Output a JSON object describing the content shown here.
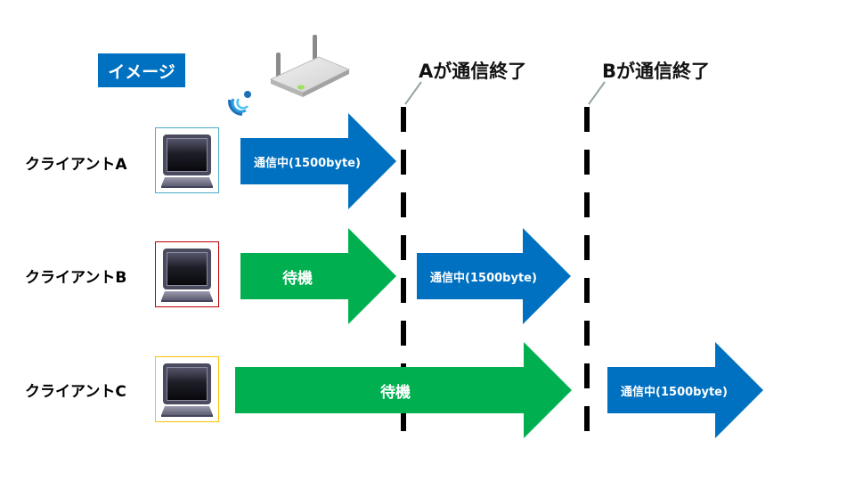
{
  "badge": {
    "label": "イメージ",
    "color": "#0070C0"
  },
  "icons": {
    "router": "wifi-router-icon",
    "wifi": "wifi-signal-icon",
    "laptop": "laptop-icon"
  },
  "events": [
    {
      "label": "Aが通信終了"
    },
    {
      "label": "Bが通信終了"
    }
  ],
  "clients": [
    {
      "label": "クライアントA",
      "frame_color": "#4BACC6"
    },
    {
      "label": "クライアントB",
      "frame_color": "#C00000"
    },
    {
      "label": "クライアントC",
      "frame_color": "#FFC000"
    }
  ],
  "states": {
    "a_transmit": {
      "label": "通信中(1500byte)",
      "color": "#0070C0"
    },
    "b_wait": {
      "label": "待機",
      "color": "#00B050"
    },
    "b_transmit": {
      "label": "通信中(1500byte)",
      "color": "#0070C0"
    },
    "c_wait": {
      "label": "待機",
      "color": "#00B050"
    },
    "c_transmit": {
      "label": "通信中(1500byte)",
      "color": "#0070C0"
    }
  }
}
